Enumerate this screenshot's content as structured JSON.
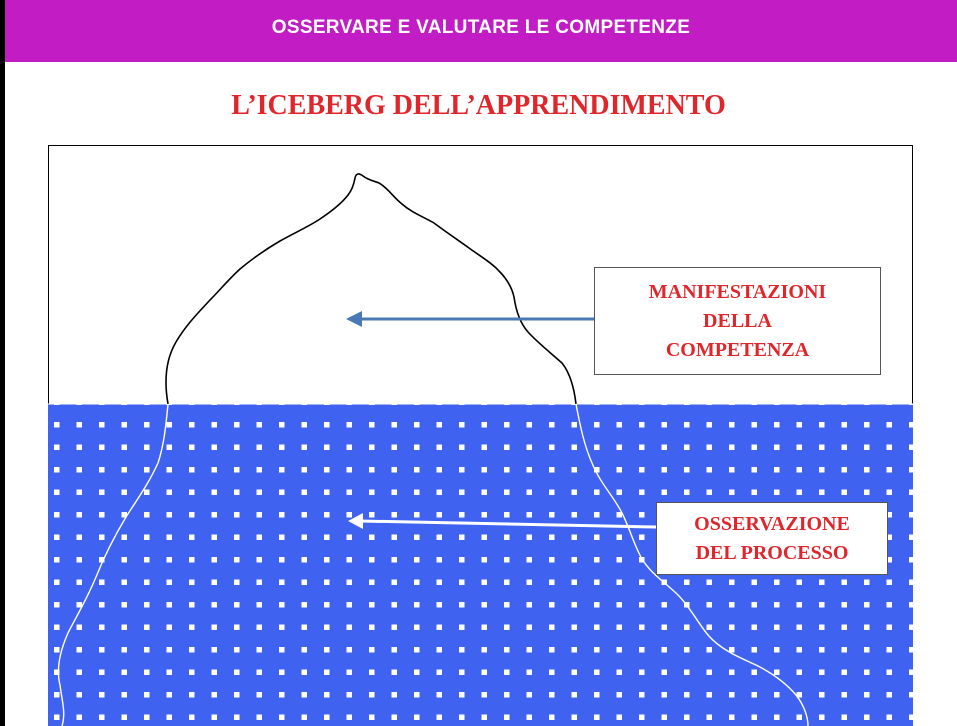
{
  "header": {
    "title": "OSSERVARE  E VALUTARE LE COMPETENZE"
  },
  "slide": {
    "title": "L’ICEBERG DELL’APPRENDIMENTO"
  },
  "callouts": {
    "above_water": {
      "lines": [
        "MANIFESTAZIONI",
        "DELLA",
        "COMPETENZA"
      ]
    },
    "below_water": {
      "lines": [
        "OSSERVAZIONE",
        "DEL PROCESSO"
      ]
    }
  },
  "colors": {
    "header_bg": "#c21dc4",
    "title_text": "#e0262b",
    "water": "#3f63f0",
    "water_dots": "#ffffff",
    "arrow_top": "#4a7ab5",
    "arrow_bottom": "#ffffff"
  }
}
